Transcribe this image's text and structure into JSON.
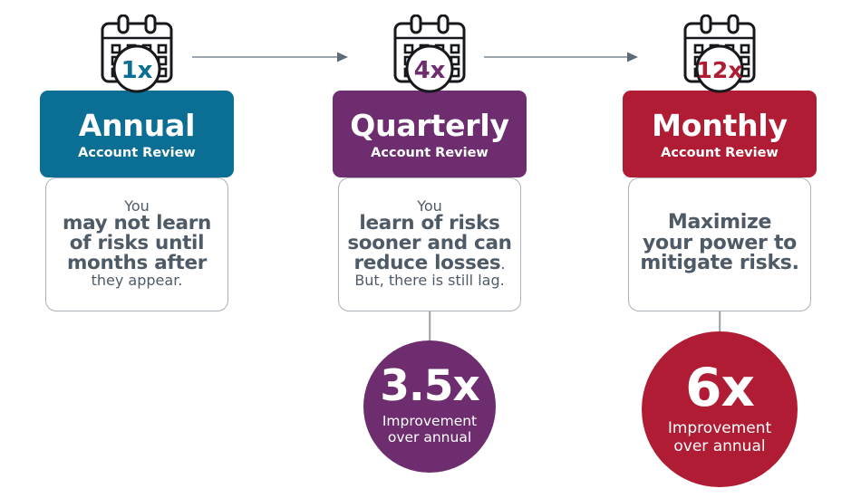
{
  "colors": {
    "annual": "#0b6e95",
    "quarterly": "#6d2d6e",
    "monthly": "#b01c33",
    "body_text": "#4e5b66",
    "card_border": "#a9b0b7",
    "connector": "#7d8893"
  },
  "columns": [
    {
      "id": "annual",
      "badge_label": "1x",
      "badge_color": "#0b6e95",
      "header_color": "#0b6e95",
      "title": "Annual",
      "subtitle": "Account Review",
      "body": {
        "lead": "You",
        "emphasis_lines": [
          "may not learn",
          "of risks until",
          "months after"
        ],
        "tail": "they appear."
      },
      "improvement": null
    },
    {
      "id": "quarterly",
      "badge_label": "4x",
      "badge_color": "#6d2d6e",
      "header_color": "#6d2d6e",
      "title": "Quarterly",
      "subtitle": "Account Review",
      "body": {
        "lead": "You",
        "emphasis_lines": [
          "learn of risks",
          "sooner and can",
          "reduce losses"
        ],
        "tail_inline": ".",
        "tail": "But, there is still lag."
      },
      "improvement": {
        "value": "3.5x",
        "caption_line1": "Improvement",
        "caption_line2": "over annual",
        "color": "#6d2d6e"
      }
    },
    {
      "id": "monthly",
      "badge_label": "12x",
      "badge_color": "#b01c33",
      "header_color": "#b01c33",
      "title": "Monthly",
      "subtitle": "Account Review",
      "body": {
        "emphasis_lines": [
          "Maximize",
          "your power to",
          "mitigate risks."
        ]
      },
      "improvement": {
        "value": "6x",
        "caption_line1": "Improvement",
        "caption_line2": "over annual",
        "color": "#b01c33"
      }
    }
  ],
  "icons": {
    "calendar": "calendar-icon",
    "arrow": "arrow-right-icon"
  }
}
